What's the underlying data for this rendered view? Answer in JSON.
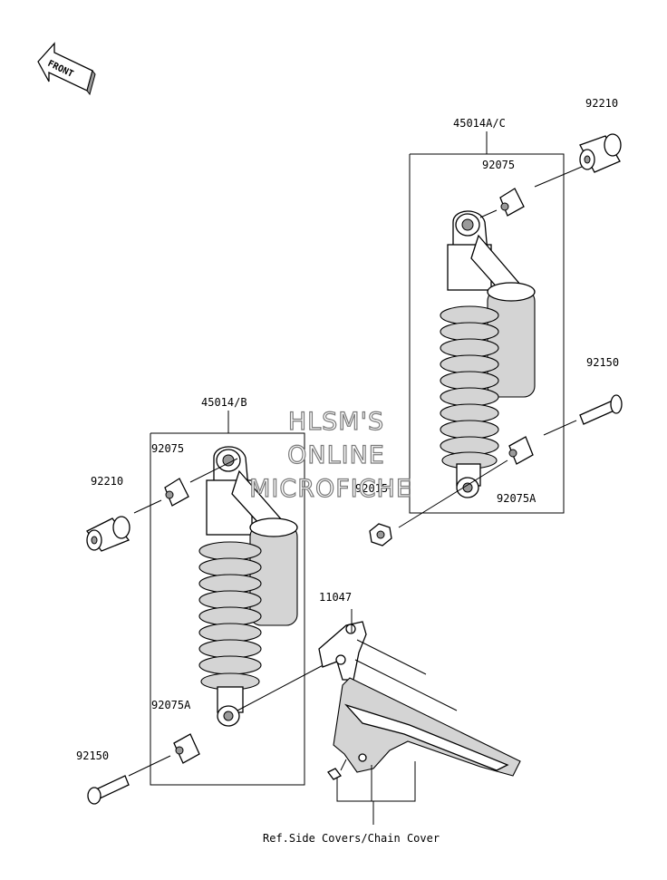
{
  "direction_arrow": {
    "label": "FRONT",
    "icon": "front-arrow-icon"
  },
  "watermark": {
    "line1": "HLSM'S",
    "line2": "ONLINE",
    "line3": "MICROFICHE"
  },
  "callouts": {
    "assy_rear": "45014A/C",
    "assy_front": "45014/B",
    "collar_top_right": "92210",
    "bushing_top_right": "92075",
    "bolt_right": "92150",
    "bushing_lower_right": "92075A",
    "nut": "92015",
    "bushing_left_upper": "92075",
    "collar_left": "92210",
    "bushing_left_lower": "92075A",
    "bolt_left": "92150",
    "bracket": "11047",
    "reference": "Ref.Side Covers/Chain Cover"
  }
}
